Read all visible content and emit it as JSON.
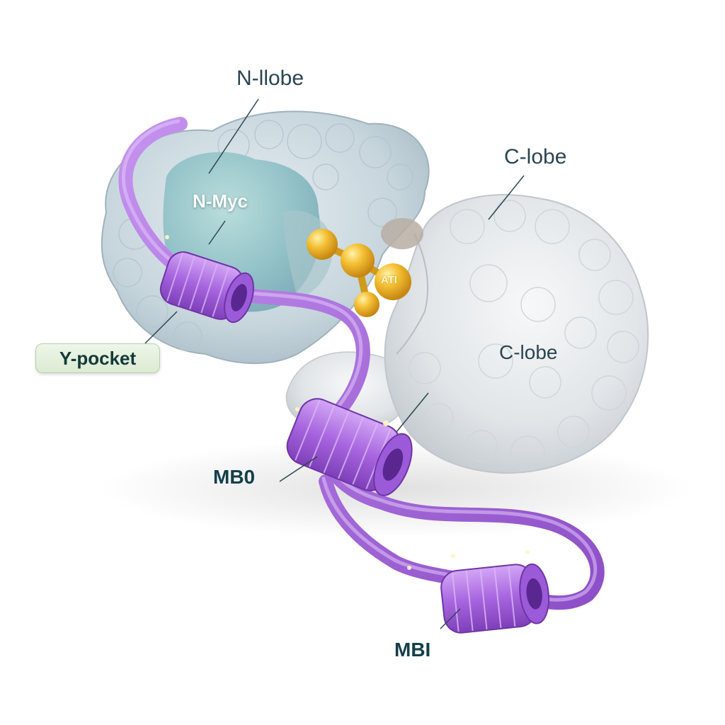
{
  "labels": {
    "n_lobe": "N-llobe",
    "c_lobe_top": "C-lobe",
    "n_myc": "N-Myc",
    "c_lobe_inner": "C-lobe",
    "y_pocket": "Y-pocket",
    "mb0": "MB0",
    "mbi": "MBI",
    "atp": "ATI"
  },
  "colors": {
    "n_lobe_surface": "#c9d7de",
    "n_lobe_pocket": "#8fc3c9",
    "c_lobe_surface": "#e4e7ea",
    "peptide_chain": "#a46ad9",
    "helix_band": "#b47be6",
    "atp_molecule": "#f1b52c",
    "y_pocket_pill": "#e4efdb",
    "label_dark": "#123f4a"
  }
}
